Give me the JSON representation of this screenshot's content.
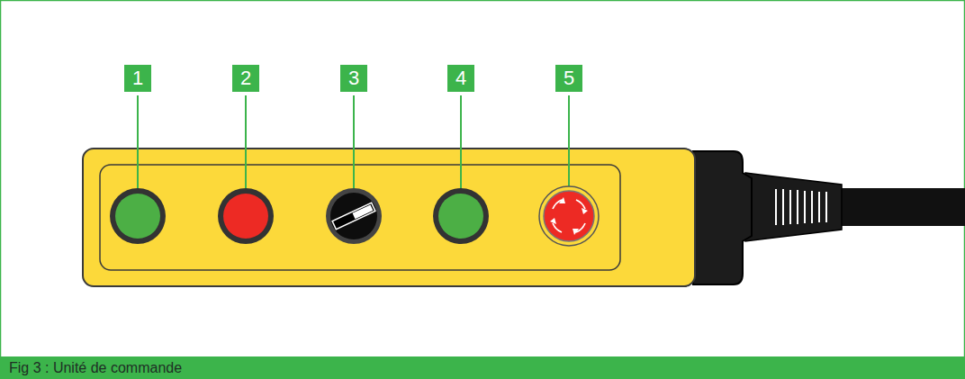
{
  "diagram": {
    "caption": "Fig 3 : Unité de commande",
    "labels": [
      "1",
      "2",
      "3",
      "4",
      "5"
    ]
  }
}
